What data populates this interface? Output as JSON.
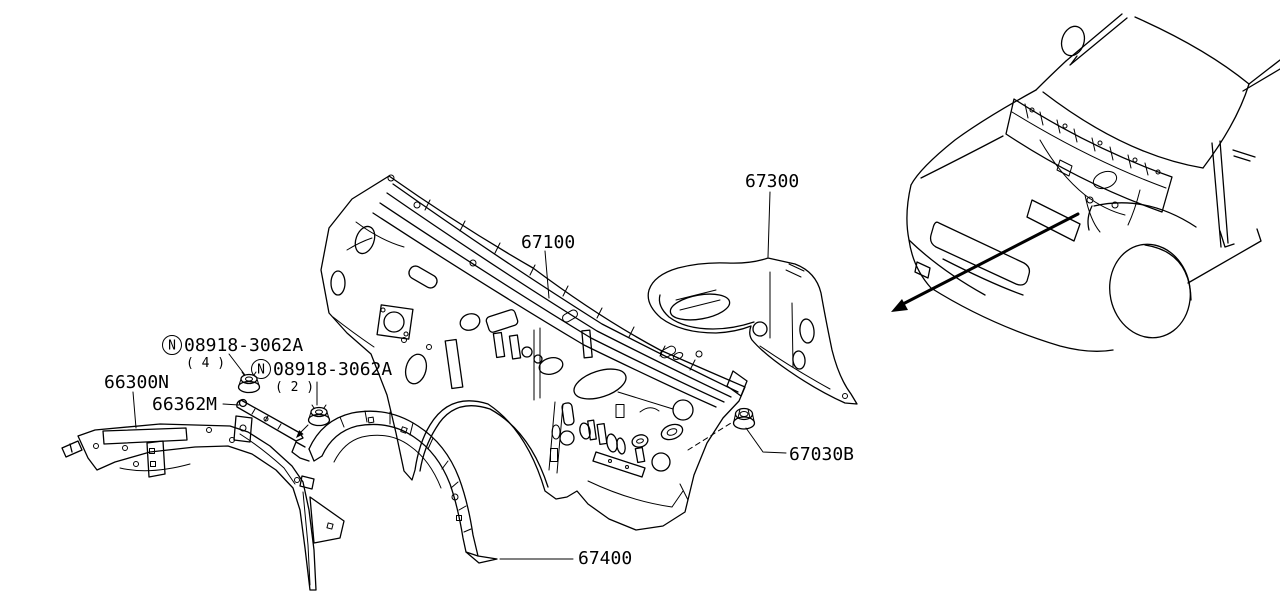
{
  "colors": {
    "background": "#ffffff",
    "line": "#000000"
  },
  "labels": {
    "part_67300": "67300",
    "part_67100": "67100",
    "fastener_a": {
      "symbol": "N",
      "number": "08918-3062A",
      "qty": "( 4 )"
    },
    "fastener_b": {
      "symbol": "N",
      "number": "08918-3062A",
      "qty": "( 2 )"
    },
    "part_66300N": "66300N",
    "part_66362M": "66362M",
    "part_67030B": "67030B",
    "part_67400": "67400"
  }
}
